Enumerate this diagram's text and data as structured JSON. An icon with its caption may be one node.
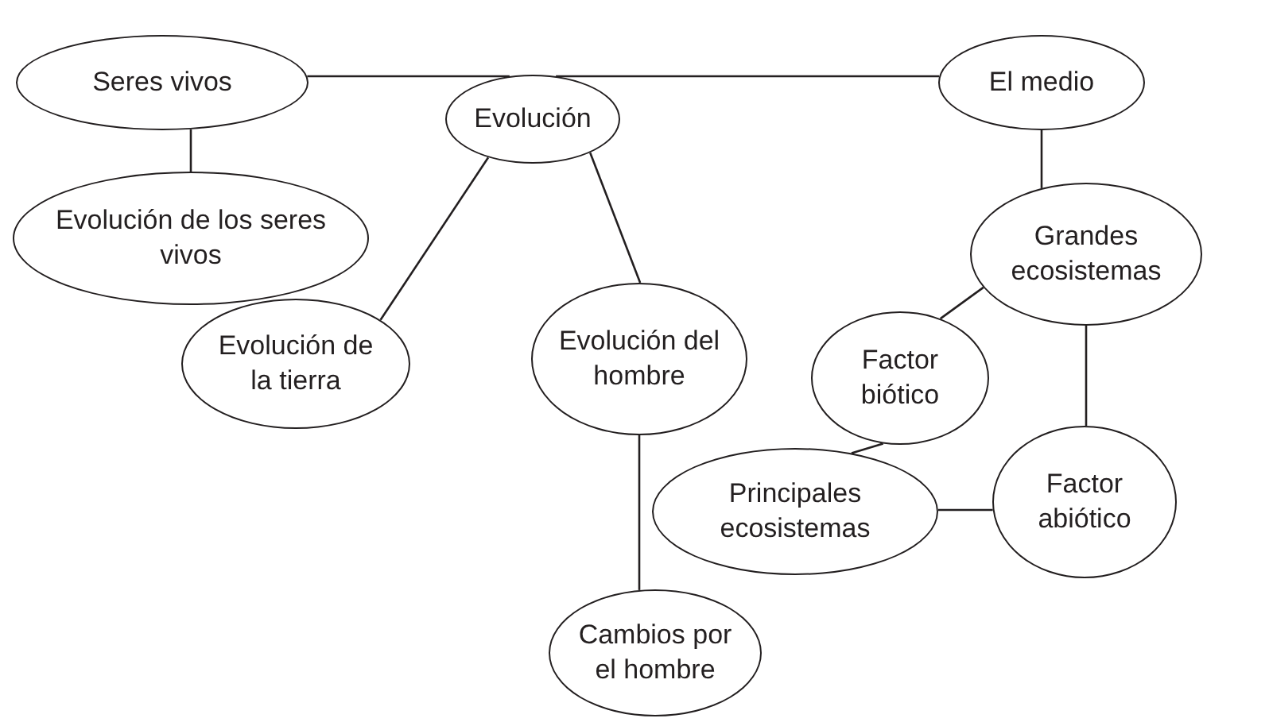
{
  "diagram": {
    "nodes": [
      {
        "text": [
          "Seres vivos"
        ]
      },
      {
        "text": [
          "Evolución"
        ]
      },
      {
        "text": [
          "El medio"
        ]
      },
      {
        "text": [
          "Evolución de los seres vivos"
        ]
      },
      {
        "text": [
          "Grandes ecosistemas"
        ]
      },
      {
        "text": [
          "Evolución de la tierra"
        ]
      },
      {
        "text": [
          "Evolución del hombre"
        ]
      },
      {
        "text": [
          "Factor biótico"
        ]
      },
      {
        "text": [
          "Principales ecosistemas"
        ]
      },
      {
        "text": [
          "Factor abiótico"
        ]
      },
      {
        "text": [
          "Cambios por el hombre"
        ]
      }
    ],
    "edges": [
      {
        "from": 0,
        "to": 1,
        "arrow": "none"
      },
      {
        "from": 1,
        "to": 2,
        "arrow": "none"
      },
      {
        "from": 0,
        "to": 3,
        "arrow": "none"
      },
      {
        "from": 1,
        "to": 5,
        "arrow": "none"
      },
      {
        "from": 1,
        "to": 6,
        "arrow": "none"
      },
      {
        "from": 2,
        "to": 4,
        "arrow": "none"
      },
      {
        "from": 4,
        "to": 7,
        "arrow": "none"
      },
      {
        "from": 4,
        "to": 9,
        "arrow": "none"
      },
      {
        "from": 7,
        "to": 8,
        "arrow": "none"
      },
      {
        "from": 8,
        "to": 9,
        "arrow": "none"
      },
      {
        "from": 6,
        "to": 10,
        "arrow": "none"
      }
    ]
  }
}
